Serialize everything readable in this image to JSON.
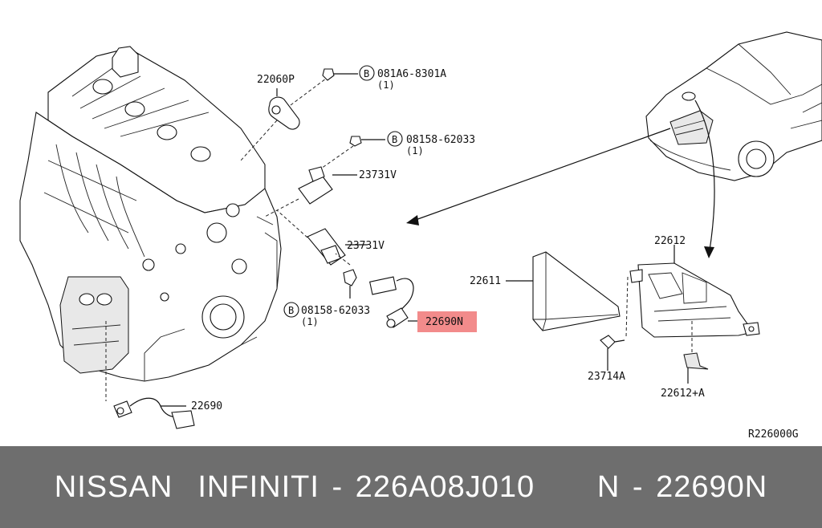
{
  "diagram": {
    "labels": {
      "knock_sensor": "22060P",
      "bolt_knock_code": "081A6-8301A",
      "bolt_knock_qty": "(1)",
      "bolt_top_code": "08158-62033",
      "bolt_top_qty": "(1)",
      "cam_sensor_top": "23731V",
      "cam_sensor_mid": "23731V",
      "bolt_bottom_code": "08158-62033",
      "bolt_bottom_qty": "(1)",
      "highlighted_part": "22690N",
      "oxygen_sensor": "22690",
      "ecm": "22611",
      "bracket": "22612",
      "bracket_bolt": "23714A",
      "bracket_clip": "22612+A",
      "drawing_ref": "R226000G"
    },
    "bolt_symbol": "B",
    "highlight_color": "#f28b8b"
  },
  "footer": {
    "text": "NISSAN  INFINITI - 226A08J010     N - 22690N"
  }
}
